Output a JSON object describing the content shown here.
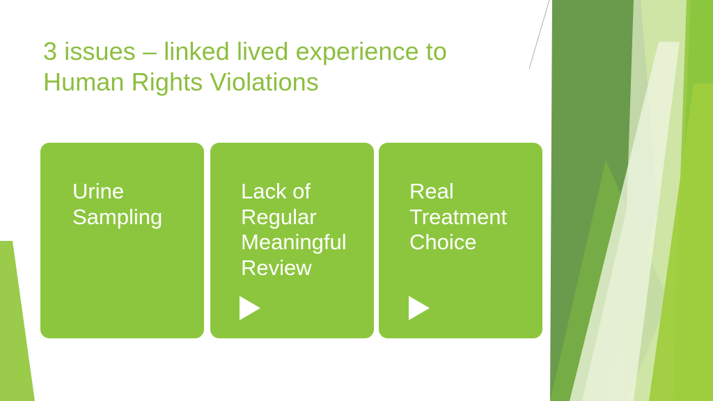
{
  "slide": {
    "background_color": "#FFFFFF",
    "title": "3 issues – linked lived experience to Human Rights Violations",
    "title_color": "#8CBE3F",
    "box_color": "#8CC63E",
    "box_text_color": "#FFFFFF",
    "arrow_color": "#FFFFFF"
  },
  "process": {
    "steps": [
      {
        "label": "Urine\nSampling"
      },
      {
        "label": "Lack of\nRegular\nMeaningful\nReview"
      },
      {
        "label": "Real\nTreatment\nChoice"
      }
    ],
    "connectors": [
      {
        "name": "arrow-step-1-to-2"
      },
      {
        "name": "arrow-step-2-to-3"
      }
    ]
  },
  "decoration": {
    "name": "facet-theme-graphic",
    "palette": {
      "dark_green": "#6A9A4B",
      "mid_green": "#76AD44",
      "bright_green": "#8CC63E",
      "light_green": "#A8D05B",
      "pale_green": "#D8E9BB",
      "paler_green": "#E9F2D7",
      "hairline": "#9A9A8E"
    }
  }
}
